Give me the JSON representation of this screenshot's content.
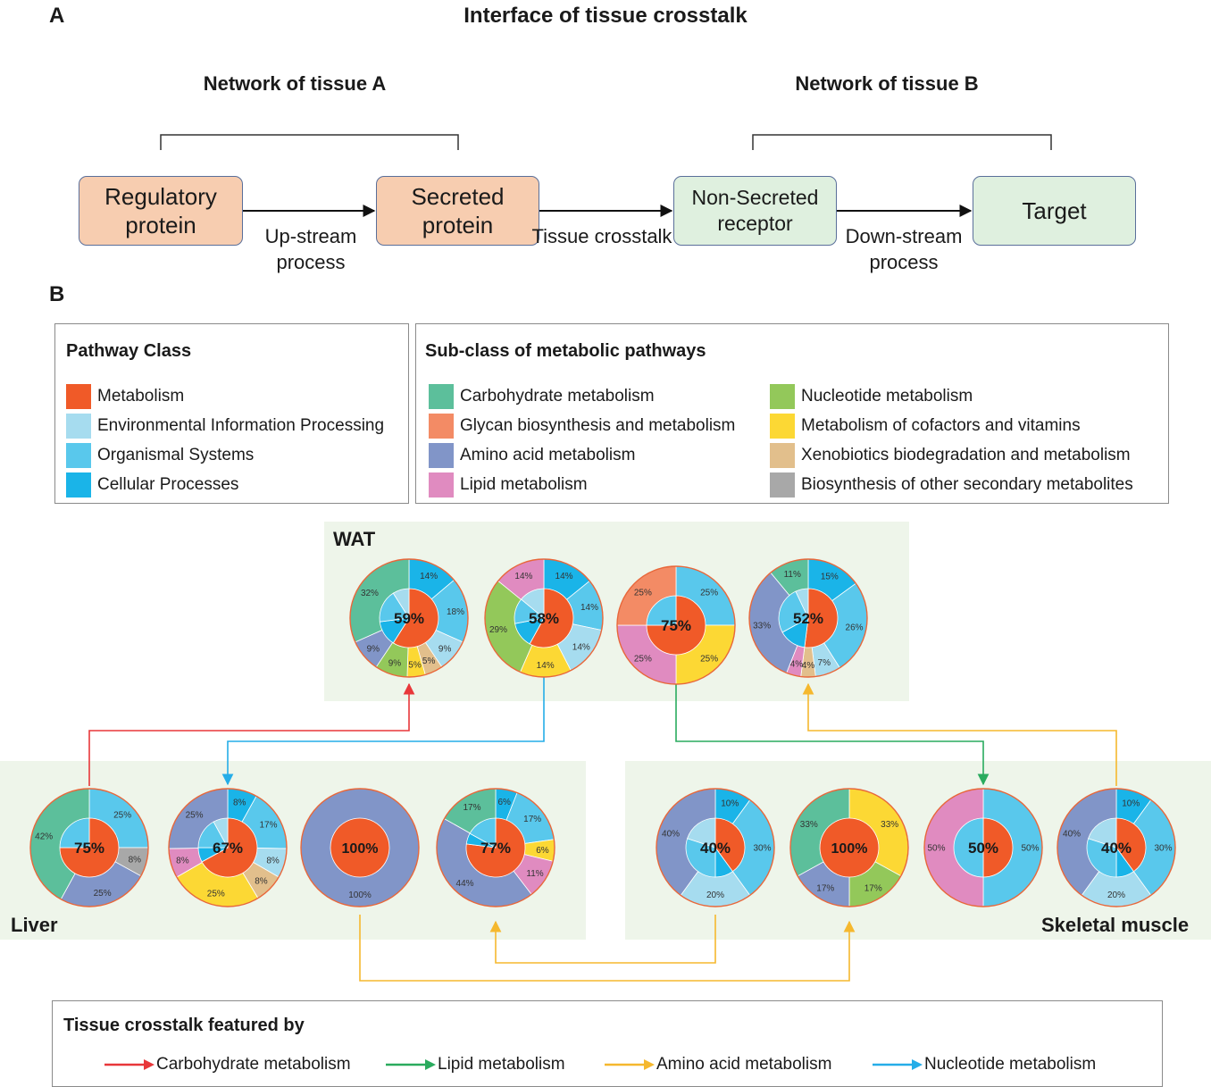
{
  "panel_a": {
    "letter": "A",
    "title": "Interface of tissue crosstalk",
    "network_a": "Network of tissue A",
    "network_b": "Network of tissue B",
    "boxes": [
      "Regulatory protein",
      "Secreted protein",
      "Non-Secreted receptor",
      "Target"
    ],
    "flow_labels": [
      "Up-stream process",
      "Tissue crosstalk",
      "Down-stream process"
    ]
  },
  "panel_b": {
    "letter": "B",
    "pathway_class": {
      "title": "Pathway Class",
      "items": [
        {
          "label": "Metabolism",
          "color": "#f05a28"
        },
        {
          "label": "Environmental Information Processing",
          "color": "#a6dcef"
        },
        {
          "label": "Organismal Systems",
          "color": "#59c8ec"
        },
        {
          "label": "Cellular Processes",
          "color": "#1ab4e8"
        }
      ]
    },
    "subclass": {
      "title": "Sub-class of metabolic pathways",
      "items": [
        {
          "label": "Carbohydrate metabolism",
          "color": "#5cbf9b"
        },
        {
          "label": "Glycan biosynthesis and metabolism",
          "color": "#f38b65"
        },
        {
          "label": "Amino acid metabolism",
          "color": "#8195c8"
        },
        {
          "label": "Lipid metabolism",
          "color": "#e08bc0"
        },
        {
          "label": "Nucleotide metabolism",
          "color": "#93c85a"
        },
        {
          "label": "Metabolism of cofactors and vitamins",
          "color": "#fcd834"
        },
        {
          "label": "Xenobiotics biodegradation and metabolism",
          "color": "#e2bf8c"
        },
        {
          "label": "Biosynthesis of other secondary metabolites",
          "color": "#a8a8a8"
        }
      ]
    },
    "tissues": {
      "wat": "WAT",
      "liver": "Liver",
      "muscle": "Skeletal muscle"
    },
    "crosstalk": {
      "title": "Tissue crosstalk featured by",
      "items": [
        {
          "label": "Carbohydrate metabolism",
          "color": "#e8373a"
        },
        {
          "label": "Lipid metabolism",
          "color": "#2aab5e"
        },
        {
          "label": "Amino acid metabolism",
          "color": "#f5b82e"
        },
        {
          "label": "Nucleotide metabolism",
          "color": "#25ade8"
        }
      ]
    }
  },
  "chart_data": [
    {
      "type": "pie",
      "tissue": "WAT",
      "center_label": "59%",
      "inner": [
        {
          "class": "Metabolism",
          "value": 59
        },
        {
          "class": "Cellular Processes",
          "value": 14
        },
        {
          "class": "Organismal Systems",
          "value": 18
        },
        {
          "class": "Environmental Information Processing",
          "value": 9
        }
      ],
      "outer": [
        {
          "class": "Cellular Processes",
          "value": 14
        },
        {
          "class": "Organismal Systems",
          "value": 18
        },
        {
          "class": "Environmental Information Processing",
          "value": 9
        },
        {
          "class": "Xenobiotics biodegradation and metabolism",
          "value": 5
        },
        {
          "class": "Metabolism of cofactors and vitamins",
          "value": 5
        },
        {
          "class": "Nucleotide metabolism",
          "value": 9
        },
        {
          "class": "Amino acid metabolism",
          "value": 9
        },
        {
          "class": "Carbohydrate metabolism",
          "value": 32
        }
      ],
      "labels": [
        "14%",
        "18%",
        "9%",
        "5%",
        "5%",
        "9%",
        "9%",
        "32%"
      ]
    },
    {
      "type": "pie",
      "tissue": "WAT",
      "center_label": "58%",
      "inner": [
        {
          "class": "Metabolism",
          "value": 58
        },
        {
          "class": "Cellular Processes",
          "value": 14
        },
        {
          "class": "Organismal Systems",
          "value": 14
        },
        {
          "class": "Environmental Information Processing",
          "value": 14
        }
      ],
      "outer": [
        {
          "class": "Cellular Processes",
          "value": 14
        },
        {
          "class": "Organismal Systems",
          "value": 14
        },
        {
          "class": "Environmental Information Processing",
          "value": 14
        },
        {
          "class": "Metabolism of cofactors and vitamins",
          "value": 14
        },
        {
          "class": "Nucleotide metabolism",
          "value": 29
        },
        {
          "class": "Lipid metabolism",
          "value": 14
        }
      ],
      "labels": [
        "14%",
        "14%",
        "14%",
        "14%",
        "29%",
        "14%"
      ]
    },
    {
      "type": "pie",
      "tissue": "WAT",
      "center_label": "75%",
      "inner": [
        {
          "class": "Metabolism",
          "value": 75
        },
        {
          "class": "Organismal Systems",
          "value": 25
        }
      ],
      "outer": [
        {
          "class": "Organismal Systems",
          "value": 25
        },
        {
          "class": "Metabolism of cofactors and vitamins",
          "value": 25
        },
        {
          "class": "Lipid metabolism",
          "value": 25
        },
        {
          "class": "Glycan biosynthesis and metabolism",
          "value": 25
        }
      ],
      "labels": [
        "25%",
        "25%",
        "25%",
        "25%"
      ]
    },
    {
      "type": "pie",
      "tissue": "WAT",
      "center_label": "52%",
      "inner": [
        {
          "class": "Metabolism",
          "value": 52
        },
        {
          "class": "Cellular Processes",
          "value": 15
        },
        {
          "class": "Organismal Systems",
          "value": 26
        },
        {
          "class": "Environmental Information Processing",
          "value": 7
        }
      ],
      "outer": [
        {
          "class": "Cellular Processes",
          "value": 15
        },
        {
          "class": "Organismal Systems",
          "value": 26
        },
        {
          "class": "Environmental Information Processing",
          "value": 7
        },
        {
          "class": "Xenobiotics biodegradation and metabolism",
          "value": 4
        },
        {
          "class": "Lipid metabolism",
          "value": 4
        },
        {
          "class": "Amino acid metabolism",
          "value": 33
        },
        {
          "class": "Carbohydrate metabolism",
          "value": 11
        }
      ],
      "labels": [
        "15%",
        "26%",
        "7%",
        "4%",
        "4%",
        "33%",
        "11%"
      ]
    },
    {
      "type": "pie",
      "tissue": "Liver",
      "center_label": "75%",
      "inner": [
        {
          "class": "Metabolism",
          "value": 75
        },
        {
          "class": "Organismal Systems",
          "value": 25
        }
      ],
      "outer": [
        {
          "class": "Organismal Systems",
          "value": 25
        },
        {
          "class": "Biosynthesis of other secondary metabolites",
          "value": 8
        },
        {
          "class": "Amino acid metabolism",
          "value": 25
        },
        {
          "class": "Carbohydrate metabolism",
          "value": 42
        }
      ],
      "labels": [
        "25%",
        "8%",
        "25%",
        "42%"
      ]
    },
    {
      "type": "pie",
      "tissue": "Liver",
      "center_label": "67%",
      "inner": [
        {
          "class": "Metabolism",
          "value": 67
        },
        {
          "class": "Cellular Processes",
          "value": 8
        },
        {
          "class": "Organismal Systems",
          "value": 17
        },
        {
          "class": "Environmental Information Processing",
          "value": 8
        }
      ],
      "outer": [
        {
          "class": "Cellular Processes",
          "value": 8
        },
        {
          "class": "Organismal Systems",
          "value": 17
        },
        {
          "class": "Environmental Information Processing",
          "value": 8
        },
        {
          "class": "Xenobiotics biodegradation and metabolism",
          "value": 8
        },
        {
          "class": "Metabolism of cofactors and vitamins",
          "value": 25
        },
        {
          "class": "Lipid metabolism",
          "value": 8
        },
        {
          "class": "Amino acid metabolism",
          "value": 25
        }
      ],
      "labels": [
        "8%",
        "17%",
        "8%",
        "8%",
        "25%",
        "8%",
        "25%"
      ]
    },
    {
      "type": "pie",
      "tissue": "Liver",
      "center_label": "100%",
      "inner": [
        {
          "class": "Metabolism",
          "value": 100
        }
      ],
      "outer": [
        {
          "class": "Amino acid metabolism",
          "value": 100
        }
      ],
      "labels": [
        "100%"
      ]
    },
    {
      "type": "pie",
      "tissue": "Liver",
      "center_label": "77%",
      "inner": [
        {
          "class": "Metabolism",
          "value": 77
        },
        {
          "class": "Cellular Processes",
          "value": 6
        },
        {
          "class": "Organismal Systems",
          "value": 17
        }
      ],
      "outer": [
        {
          "class": "Cellular Processes",
          "value": 6
        },
        {
          "class": "Organismal Systems",
          "value": 17
        },
        {
          "class": "Metabolism of cofactors and vitamins",
          "value": 6
        },
        {
          "class": "Lipid metabolism",
          "value": 11
        },
        {
          "class": "Amino acid metabolism",
          "value": 44
        },
        {
          "class": "Carbohydrate metabolism",
          "value": 17
        }
      ],
      "labels": [
        "6%",
        "17%",
        "6%",
        "11%",
        "44%",
        "17%"
      ]
    },
    {
      "type": "pie",
      "tissue": "Skeletal muscle",
      "center_label": "40%",
      "inner": [
        {
          "class": "Metabolism",
          "value": 40
        },
        {
          "class": "Cellular Processes",
          "value": 10
        },
        {
          "class": "Organismal Systems",
          "value": 30
        },
        {
          "class": "Environmental Information Processing",
          "value": 20
        }
      ],
      "outer": [
        {
          "class": "Cellular Processes",
          "value": 10
        },
        {
          "class": "Organismal Systems",
          "value": 30
        },
        {
          "class": "Environmental Information Processing",
          "value": 20
        },
        {
          "class": "Amino acid metabolism",
          "value": 40
        }
      ],
      "labels": [
        "10%",
        "30%",
        "20%",
        "40%"
      ]
    },
    {
      "type": "pie",
      "tissue": "Skeletal muscle",
      "center_label": "100%",
      "inner": [
        {
          "class": "Metabolism",
          "value": 100
        }
      ],
      "outer": [
        {
          "class": "Metabolism of cofactors and vitamins",
          "value": 33
        },
        {
          "class": "Nucleotide metabolism",
          "value": 17
        },
        {
          "class": "Amino acid metabolism",
          "value": 17
        },
        {
          "class": "Carbohydrate metabolism",
          "value": 33
        }
      ],
      "labels": [
        "33%",
        "17%",
        "17%",
        "33%"
      ]
    },
    {
      "type": "pie",
      "tissue": "Skeletal muscle",
      "center_label": "50%",
      "inner": [
        {
          "class": "Metabolism",
          "value": 50
        },
        {
          "class": "Organismal Systems",
          "value": 50
        }
      ],
      "outer": [
        {
          "class": "Organismal Systems",
          "value": 50
        },
        {
          "class": "Lipid metabolism",
          "value": 50
        }
      ],
      "labels": [
        "50%",
        "50%"
      ]
    },
    {
      "type": "pie",
      "tissue": "Skeletal muscle",
      "center_label": "40%",
      "inner": [
        {
          "class": "Metabolism",
          "value": 40
        },
        {
          "class": "Cellular Processes",
          "value": 10
        },
        {
          "class": "Organismal Systems",
          "value": 30
        },
        {
          "class": "Environmental Information Processing",
          "value": 20
        }
      ],
      "outer": [
        {
          "class": "Cellular Processes",
          "value": 10
        },
        {
          "class": "Organismal Systems",
          "value": 30
        },
        {
          "class": "Environmental Information Processing",
          "value": 20
        },
        {
          "class": "Amino acid metabolism",
          "value": 40
        }
      ],
      "labels": [
        "10%",
        "30%",
        "20%",
        "40%"
      ]
    }
  ]
}
